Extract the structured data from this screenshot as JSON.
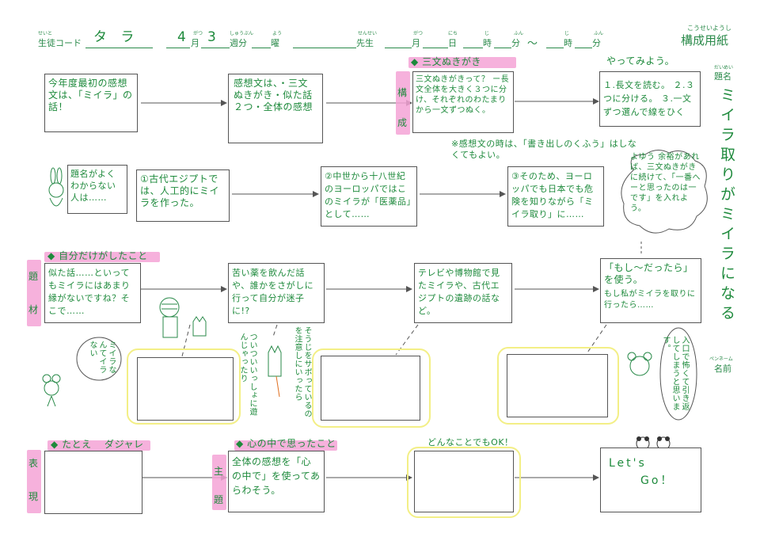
{
  "header": {
    "student_code_ruby": "せいと",
    "student_code_label": "生徒コード",
    "student_code_value": "タ ラ",
    "month_value": "4",
    "month_label": "月",
    "month_ruby": "がつ",
    "week_value": "3",
    "week_label": "週分",
    "week_ruby": "しゅうぶん",
    "youbi_label": "曜",
    "youbi_ruby": "よう",
    "teacher_label": "先生",
    "teacher_ruby": "せんせい",
    "m_label": "月",
    "m_ruby": "がつ",
    "d_label": "日",
    "d_ruby": "にち",
    "h_label": "時",
    "h_ruby": "じ",
    "min_label": "分",
    "min_ruby": "ふん",
    "tilde": "～",
    "h2_label": "時",
    "h2_ruby": "じ",
    "min2_label": "分",
    "min2_ruby": "ふん",
    "sheet_ruby": "こうせいようし",
    "sheet_title": "構成用紙"
  },
  "side": {
    "title_ruby": "だいめい",
    "title_label": "題名",
    "title_value": "ミイラ取りがミイラになる",
    "pen_ruby": "ペンネーム",
    "pen_label": "名前"
  },
  "row1": {
    "box1": "今年度最初の感想文は、「ミイラ」の話！",
    "box2": "感想文は、・三文ぬきがき・似た話２つ・全体の感想",
    "tag": "三文ぬきがき",
    "side_label_1": "構",
    "side_label_2": "成",
    "box3": "三文ぬきがきって？ ー長文全体を大きく３つに分け、それぞれのわたまりから一文ずつぬく。",
    "box4_title": "やってみよう。",
    "box4": "１.長文を読む。 ２.３つに分ける。 ３.一文ずつ選んで線をひく",
    "note": "※感想文の時は、「書き出しのくふう」はしなくてもよい。"
  },
  "row2": {
    "speech": "題名がよくわからない人は……",
    "box1": "①古代エジプトでは、人工的にミイラを作った。",
    "box2": "②中世から十八世紀のヨーロッパではこのミイラが「医薬品」として……",
    "box3": "③そのため、ヨーロッパでも日本でも危険を知りながら「ミイラ取り」に……",
    "cloud": "よゆう 余裕があれば、三文ぬきがきに続けて、「一番へーと思ったのは一です」を入れよう。"
  },
  "row3": {
    "tag": "自分だけがしたこと",
    "side_label_1": "題",
    "side_label_2": "材",
    "box1": "似た話……といってもミイラにはあまり縁がないですね？そこで……",
    "box2": "苦い薬を飲んだ話や、誰かをさがしに行って自分が迷子に!?",
    "box3": "テレビや博物館で見たミイラや、古代エジプトの遺跡の話など。",
    "box4_a": "「もし～だったら」を使う。",
    "box4_b": "もし私がミイラを取りに行ったら……",
    "speech_a": "ミイラなんてイラない",
    "speech_b": "ついついいっしょに遊んじゃったり",
    "speech_c": "そうじをサボっているのを注意しにいったら",
    "speech_d": "入口で怖くて引き返してしまうと思います。"
  },
  "row4": {
    "tag1": "たとえ",
    "tag1_b": "ダジャレ",
    "side_label_1": "表",
    "side_label_2": "現",
    "tag2": "心の中で思ったこと",
    "side_label_3": "主",
    "side_label_4": "題",
    "box2": "全体の感想を「心の中で」を使ってあらわそう。",
    "top3": "どんなことでもOK！",
    "box4_a": "Let's",
    "box4_b": "Go！"
  }
}
